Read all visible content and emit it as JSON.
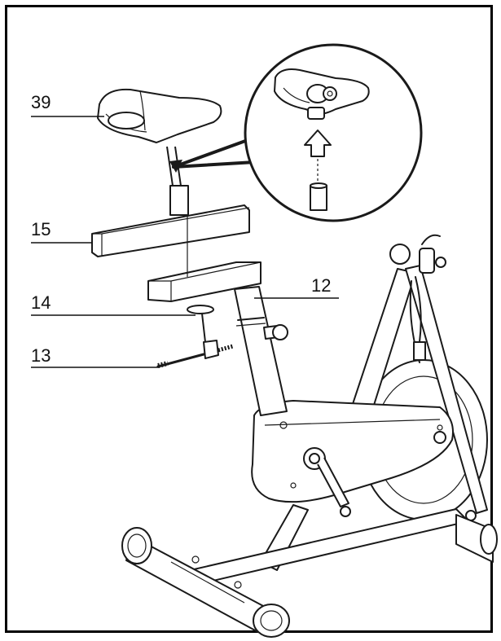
{
  "callouts": {
    "seat": "39",
    "slider": "15",
    "post": "12",
    "washer": "14",
    "knob": "13"
  },
  "colors": {
    "line": "#1a1a1a",
    "background": "#ffffff"
  }
}
